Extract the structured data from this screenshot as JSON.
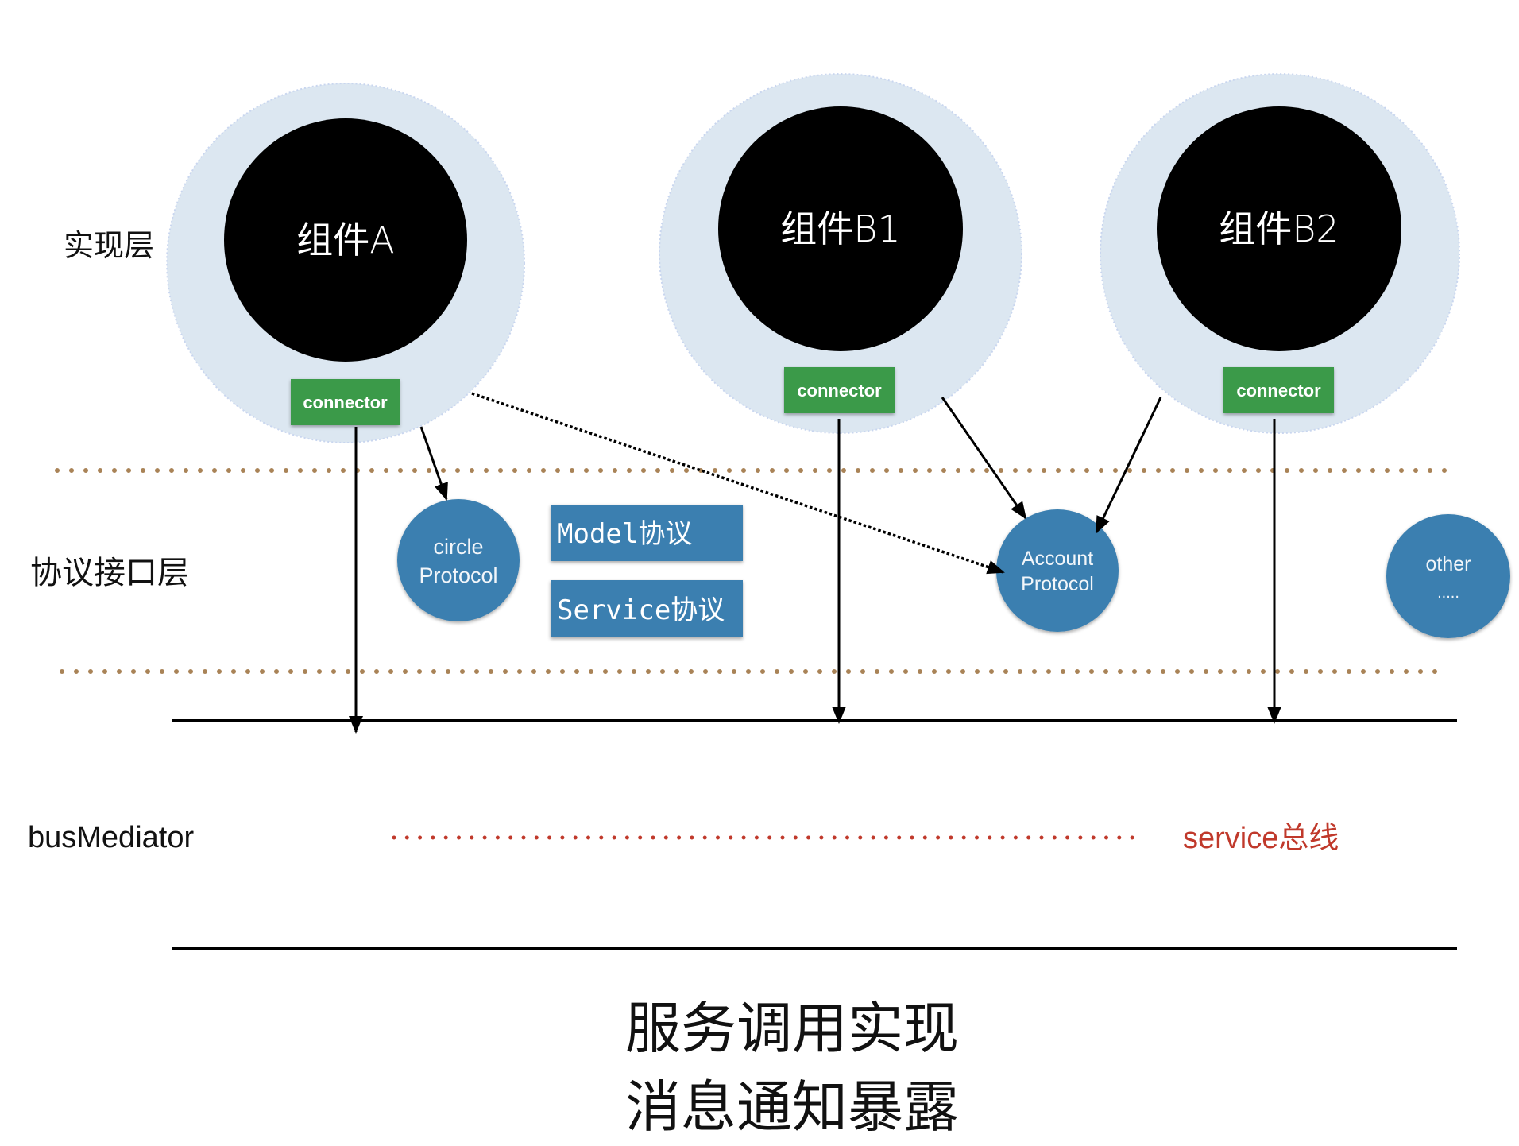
{
  "layers": {
    "implementation": "实现层",
    "protocol_interface": "协议接口层",
    "bus": "busMediator"
  },
  "components": [
    {
      "id": "A",
      "label": "组件A",
      "connector": "connector"
    },
    {
      "id": "B1",
      "label": "组件B1",
      "connector": "connector"
    },
    {
      "id": "B2",
      "label": "组件B2",
      "connector": "connector"
    }
  ],
  "protocols": {
    "circle": [
      "circle",
      "Protocol"
    ],
    "account": [
      "Account",
      "Protocol"
    ],
    "other": [
      "other",
      "....."
    ],
    "model_box": "Model协议",
    "service_box": "Service协议"
  },
  "bus": {
    "service_label": "service总线"
  },
  "title": {
    "line1": "服务调用实现",
    "line2": "消息通知暴露"
  },
  "colors": {
    "halo": "#dce7f1",
    "component": "#000000",
    "connector": "#3a9a48",
    "protocol": "#3a7fb0",
    "layer_dots": "#a98357",
    "service_bus": "#c0392b"
  }
}
